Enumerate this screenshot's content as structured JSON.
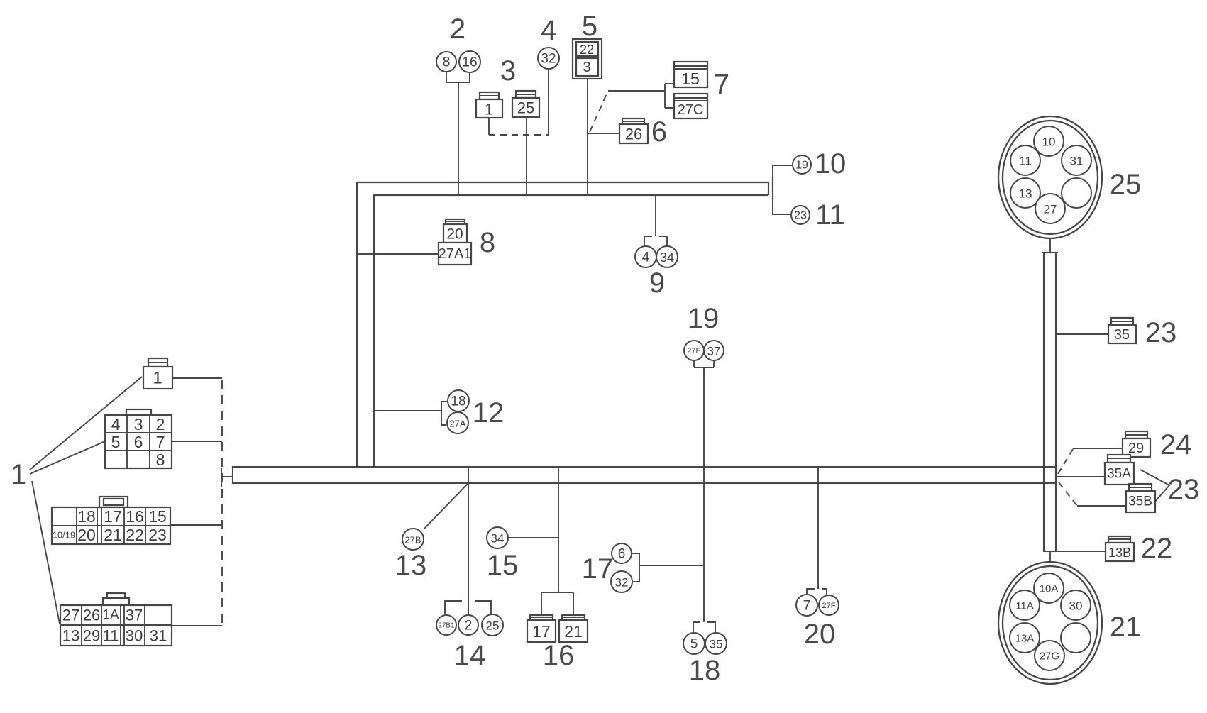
{
  "page": {
    "background": "#ffffff",
    "line_color": "#474747",
    "text_color": "#3e3e3e"
  },
  "callouts": {
    "c1": "1",
    "c2": "2",
    "c3": "3",
    "c4": "4",
    "c5": "5",
    "c6": "6",
    "c7": "7",
    "c8": "8",
    "c9": "9",
    "c10": "10",
    "c11": "11",
    "c12": "12",
    "c13": "13",
    "c14": "14",
    "c15": "15",
    "c16": "16",
    "c17": "17",
    "c18": "18",
    "c19": "19",
    "c20": "20",
    "c21": "21",
    "c22": "22",
    "c23_right": "23",
    "c23_pair": "23",
    "c24": "24",
    "c25": "25"
  },
  "terminals": {
    "t8": "8",
    "t16": "16",
    "t32": "32",
    "t19": "19",
    "t23": "23",
    "t4": "4",
    "t34_9": "34",
    "t18": "18",
    "t27A": "27A",
    "t27E": "27E",
    "t37": "37",
    "t27B": "27B",
    "t27B1": "27B1",
    "t2": "2",
    "t25": "25",
    "t34_15": "34",
    "t6": "6",
    "t32_17": "32",
    "t5": "5",
    "t35": "35",
    "t7": "7",
    "t27F": "27F"
  },
  "boxes": {
    "left_single": "1",
    "b3_left": "1",
    "b3_right": "25",
    "b5_top": "22",
    "b5_bottom": "3",
    "b6": "26",
    "b7_top": "15",
    "b7_bottom": "27C",
    "b8_top": "20",
    "b8_bottom": "27A1",
    "b16_left": "17",
    "b16_right": "21",
    "b22": "13B",
    "b23_single": "35",
    "b23_a": "35A",
    "b23_b": "35B",
    "b24": "29"
  },
  "left_connectors": {
    "grid": {
      "r0": [
        "4",
        "3",
        "2"
      ],
      "r1": [
        "5",
        "6",
        "7"
      ],
      "r2": [
        "",
        "",
        "8"
      ]
    },
    "mid": {
      "r0": [
        "",
        "18",
        "17",
        "16",
        "15"
      ],
      "r1": [
        "10/19",
        "20",
        "21",
        "22",
        "23"
      ]
    },
    "bottom": {
      "r0": [
        "27",
        "26",
        "1A",
        "37",
        ""
      ],
      "r1": [
        "13",
        "29",
        "11",
        "30",
        "31"
      ]
    }
  },
  "round_connectors": {
    "top": {
      "callout": "25",
      "pins": [
        "10",
        "11",
        "31",
        "13",
        "27",
        ""
      ]
    },
    "bottom": {
      "callout": "21",
      "pins": [
        "10A",
        "11A",
        "30",
        "13A",
        "27G",
        ""
      ]
    }
  }
}
